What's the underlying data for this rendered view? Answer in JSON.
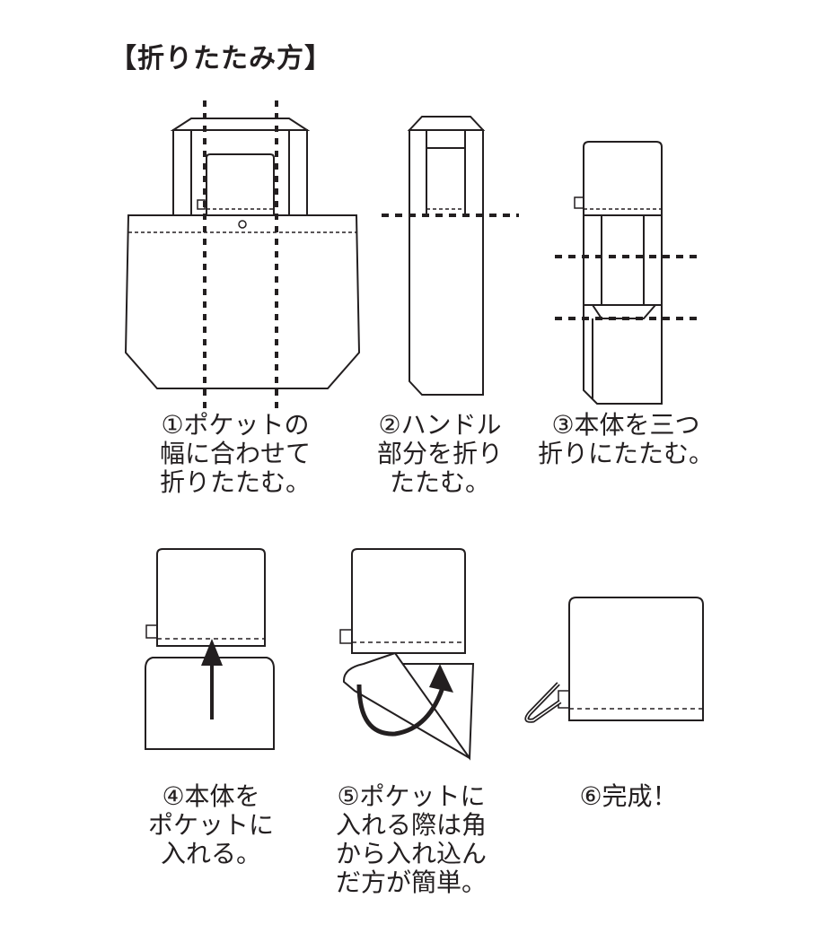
{
  "title": "【折りたたみ方】",
  "steps": [
    {
      "lines": [
        "①ポケットの",
        "幅に合わせて",
        "折りたたむ。"
      ]
    },
    {
      "lines": [
        "②ハンドル",
        "部分を折り",
        "たたむ。"
      ]
    },
    {
      "lines": [
        "③本体を三つ",
        "折りにたたむ。"
      ]
    },
    {
      "lines": [
        "④本体を",
        "ポケットに",
        "入れる。"
      ]
    },
    {
      "lines": [
        "⑤ポケットに",
        "入れる際は角",
        "から入れ込ん",
        "だ方が簡単。"
      ]
    },
    {
      "lines": [
        "⑥完成！"
      ]
    }
  ],
  "colors": {
    "line": "#231f20",
    "background": "#ffffff"
  }
}
